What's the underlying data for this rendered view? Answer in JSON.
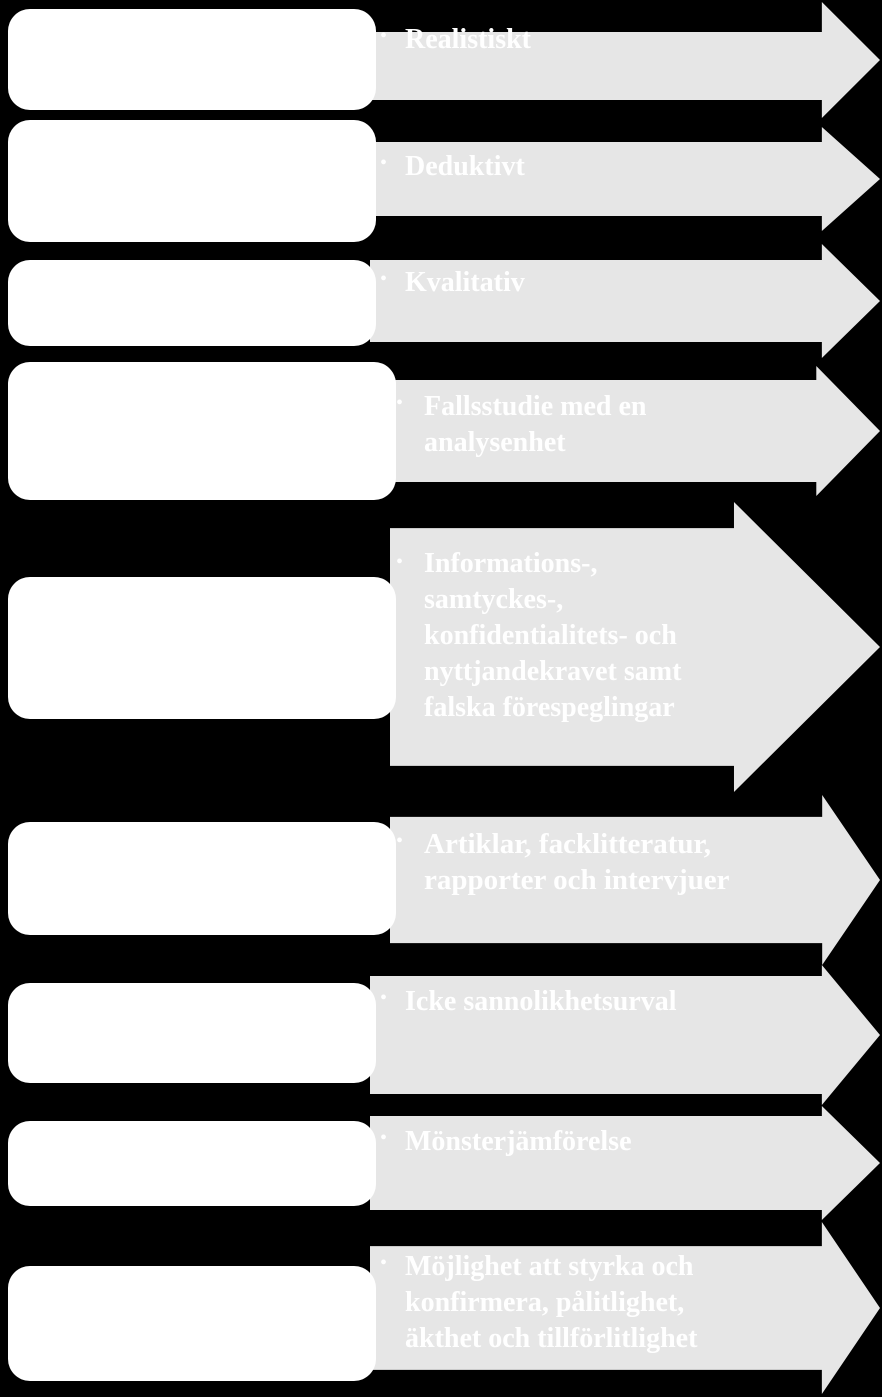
{
  "colors": {
    "background": "#000000",
    "arrow_fill": "#e6e6e6",
    "box_fill": "#ffffff",
    "text": "#ffffff"
  },
  "rows": [
    {
      "lines": [
        "Realistiskt"
      ]
    },
    {
      "lines": [
        "Deduktivt"
      ]
    },
    {
      "lines": [
        "Kvalitativ"
      ]
    },
    {
      "lines": [
        "Fallsstudie med en",
        "analysenhet"
      ]
    },
    {
      "lines": [
        "Informations-,",
        "samtyckes-,",
        "konfidentialitets- och",
        "nyttjandekravet samt",
        "falska förespeglingar"
      ]
    },
    {
      "lines": [
        "Artiklar, facklitteratur,",
        "rapporter och intervjuer"
      ]
    },
    {
      "lines": [
        "Icke sannolikhetsurval"
      ]
    },
    {
      "lines": [
        "Mönsterjämförelse"
      ]
    },
    {
      "lines": [
        "Möjlighet att styrka och",
        "konfirmera, pålitlighet,",
        "äkthet och tillförlitlighet"
      ]
    }
  ]
}
